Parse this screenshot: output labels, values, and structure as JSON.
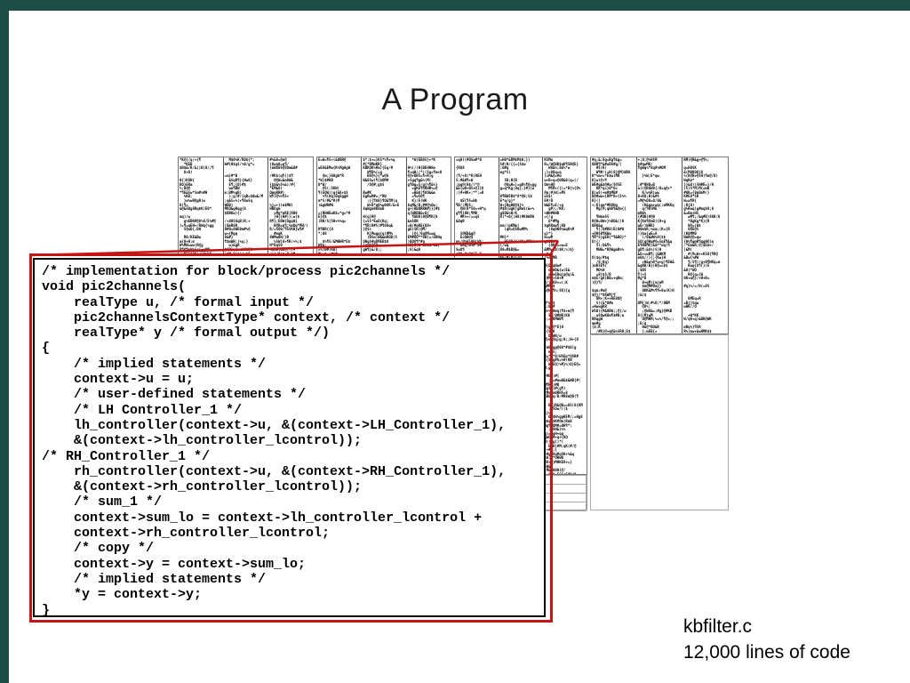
{
  "slide": {
    "title": "A Program",
    "caption": {
      "file": "kbfilter.c",
      "size": "12,000 lines of code"
    },
    "colors": {
      "teal": "#1c4e44",
      "red": "#c41414"
    }
  },
  "minicode": {
    "blocks": 4,
    "content": "miniaturized unreadable pages of source code"
  },
  "code_box": {
    "lines": [
      "/* implementation for block/process pic2channels */",
      "void pic2channels(",
      "    realType u, /* formal input */",
      "    pic2channelsContextType* context, /* context */",
      "    realType* y /* formal output */)",
      "{",
      "    /* implied statements */",
      "    context->u = u;",
      "    /* user-defined statements */",
      "    /* LH Controller_1 */",
      "    lh_controller(context->u, &(context->LH_Controller_1),",
      "    &(context->lh_controller_lcontrol));",
      "/* RH_Controller_1 */",
      "    rh_controller(context->u, &(context->RH_Controller_1),",
      "    &(context->rh_controller_lcontrol));",
      "    /* sum_1 */",
      "    context->sum_lo = context->lh_controller_lcontrol +",
      "    context->rh_controller_lcontrol;",
      "    /* copy */",
      "    context->y = context->sum_lo;",
      "    /* implied statements */",
      "    *y = context->y;",
      "}"
    ]
  }
}
